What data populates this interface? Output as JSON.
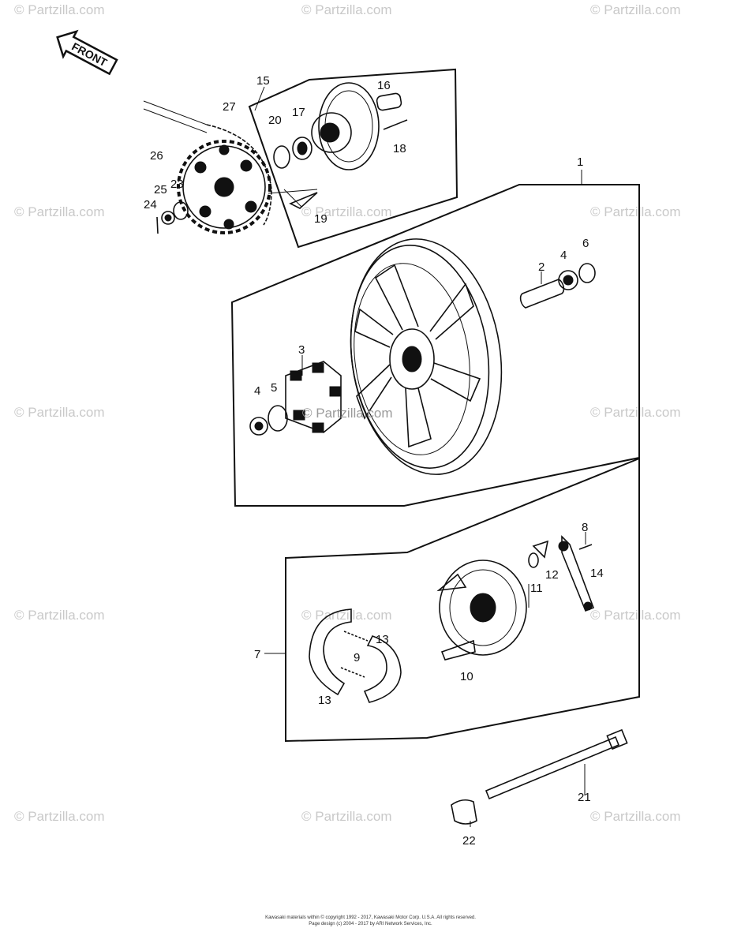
{
  "watermark": "© Partzilla.com",
  "center_watermark": "© Partzilla.com",
  "front_label": "FRONT",
  "callouts": [
    "1",
    "2",
    "3",
    "4",
    "4",
    "5",
    "6",
    "7",
    "8",
    "9",
    "10",
    "11",
    "12",
    "13",
    "13",
    "14",
    "15",
    "16",
    "17",
    "18",
    "19",
    "20",
    "21",
    "22",
    "23",
    "24",
    "25",
    "26",
    "27"
  ],
  "footer": {
    "line1": "Kawasaki materials within © copyright 1992 - 2017, Kawasaki Motor Corp. U.S.A. All rights reserved.",
    "line2": "Page design (c) 2004 - 2017 by ARI Network Services, Inc."
  }
}
